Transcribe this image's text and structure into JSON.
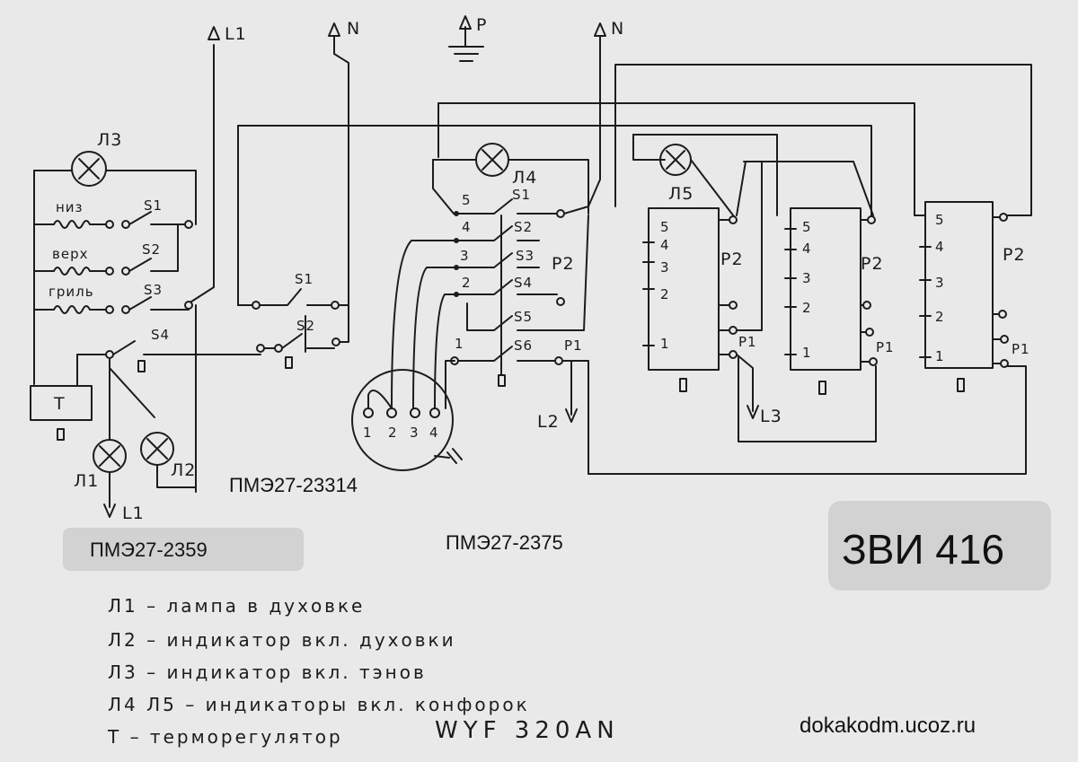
{
  "title": "ЗВИ 416",
  "website": "dokakodm.ucoz.ru",
  "models": {
    "left": "ПМЭ27-2359",
    "middle_left": "ПМЭ27-23314",
    "middle": "ПМЭ27-2375"
  },
  "supply": {
    "l1_top": "L1",
    "n_left": "N",
    "ground": "P",
    "n_right": "N",
    "l1_bottom": "L1",
    "l2": "L2",
    "l3": "L3"
  },
  "lamps": {
    "l1": "Л1",
    "l2": "Л2",
    "l3": "Л3",
    "l4": "Л4",
    "l5": "Л5"
  },
  "heaters": {
    "bottom": "низ",
    "top": "верх",
    "grill": "гриль"
  },
  "thermostat": "Т",
  "switches": {
    "s1": "S1",
    "s2": "S2",
    "s3": "S3",
    "s4": "S4",
    "s5": "S5",
    "s6": "S6"
  },
  "relay": {
    "name": "Р2",
    "terminal": "Р1"
  },
  "contact_numbers": [
    "1",
    "2",
    "3",
    "4",
    "5"
  ],
  "socket_numbers": [
    "1",
    "2",
    "3",
    "4"
  ],
  "legend": [
    "Л1 – лампа в духовке",
    "Л2 – индикатор вкл. духовки",
    "Л3 – индикатор вкл. тэнов",
    "Л4 Л5 – индикаторы вкл. конфорок",
    "Т – терморегулятор"
  ],
  "thermostat_model": "WYF 320AN"
}
